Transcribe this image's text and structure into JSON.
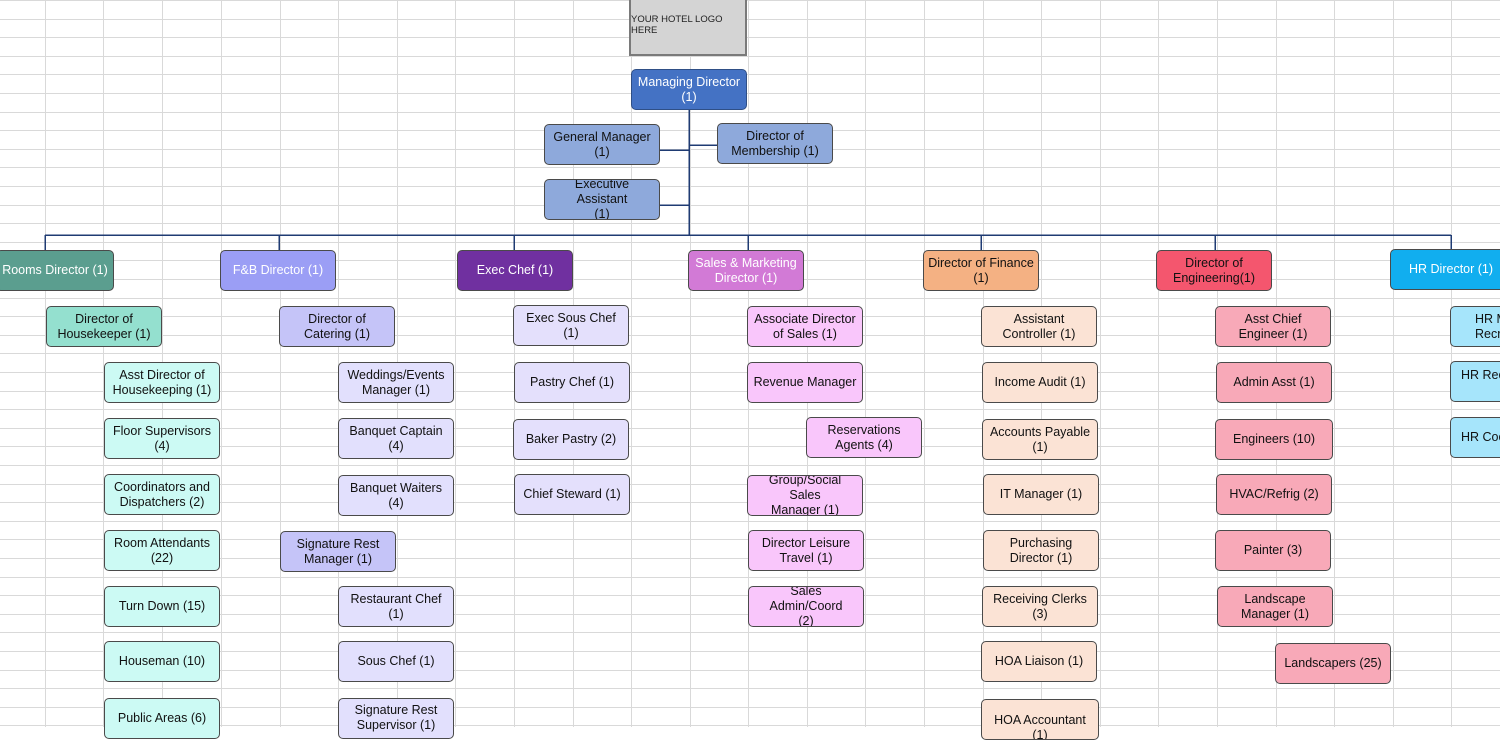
{
  "logo_text": "YOUR HOTEL LOGO HERE",
  "colors": {
    "line": "#1f3b73",
    "grid": "#d9d9d9",
    "managing": "#4472c4",
    "exec_light": "#8ea9db",
    "rooms_head": "#5b9e8f",
    "rooms_sub": "#94e0cf",
    "rooms_item": "#ccfaf4",
    "fb_head": "#9b9ef5",
    "fb_sub": "#c5c4f8",
    "fb_item": "#e2e0fd",
    "chef_head": "#7030a0",
    "chef_item": "#e4e0fc",
    "sales_head": "#d27ad6",
    "sales_item": "#f9c6fb",
    "finance_head": "#f4b183",
    "finance_item": "#fbe3d5",
    "eng_head": "#f4566e",
    "eng_item": "#f8a9b8",
    "hr_head": "#11aeef",
    "hr_item": "#a6e5fb"
  },
  "executive": {
    "managing_director": "Managing Director\n(1)",
    "general_manager": "General Manager\n(1)",
    "executive_assistant": "Executive Assistant\n(1)",
    "director_membership": "Director of\nMembership (1)"
  },
  "departments": {
    "rooms": {
      "head": "Rooms Director (1)",
      "items": [
        "Director of\nHousekeeper (1)",
        "Asst Director of\nHousekeeping (1)",
        "Floor Supervisors\n(4)",
        "Coordinators and\nDispatchers (2)",
        "Room Attendants\n(22)",
        "Turn Down (15)",
        "Houseman (10)",
        "Public Areas (6)"
      ]
    },
    "fb": {
      "head": "F&B Director (1)",
      "items": [
        "Director of\nCatering (1)",
        "Weddings/Events\nManager (1)",
        "Banquet Captain\n(4)",
        "Banquet Waiters\n(4)",
        "Signature Rest\nManager (1)",
        "Restaurant Chef (1)",
        "Sous Chef (1)",
        "Signature Rest\nSupervisor (1)"
      ]
    },
    "chef": {
      "head": "Exec Chef (1)",
      "items": [
        "Exec Sous Chef (1)",
        "Pastry Chef (1)",
        "Baker Pastry (2)",
        "Chief Steward (1)"
      ]
    },
    "sales": {
      "head": "Sales & Marketing\nDirector (1)",
      "items": [
        "Associate Director\nof Sales (1)",
        "Revenue Manager",
        "Reservations\nAgents (4)",
        "Group/Social Sales\nManager (1)",
        "Director Leisure\nTravel (1)",
        "Sales Admin/Coord\n(2)"
      ]
    },
    "finance": {
      "head": "Director of Finance\n(1)",
      "items": [
        "Assistant\nController (1)",
        "Income Audit (1)",
        "Accounts Payable\n(1)",
        "IT Manager (1)",
        "Purchasing\nDirector (1)",
        "Receiving Clerks (3)",
        "HOA Liaison (1)",
        "HOA Accountant (1)"
      ]
    },
    "engineering": {
      "head": "Director of\nEngineering(1)",
      "items": [
        "Asst Chief\nEngineer (1)",
        "Admin Asst (1)",
        "Engineers (10)",
        "HVAC/Refrig (2)",
        "Painter (3)",
        "Landscape\nManager (1)",
        "Landscapers (25)"
      ]
    },
    "hr": {
      "head": "HR Director (1)",
      "items": [
        "HR M\nRecruit",
        "HR Recr",
        "HR Coor"
      ]
    }
  }
}
